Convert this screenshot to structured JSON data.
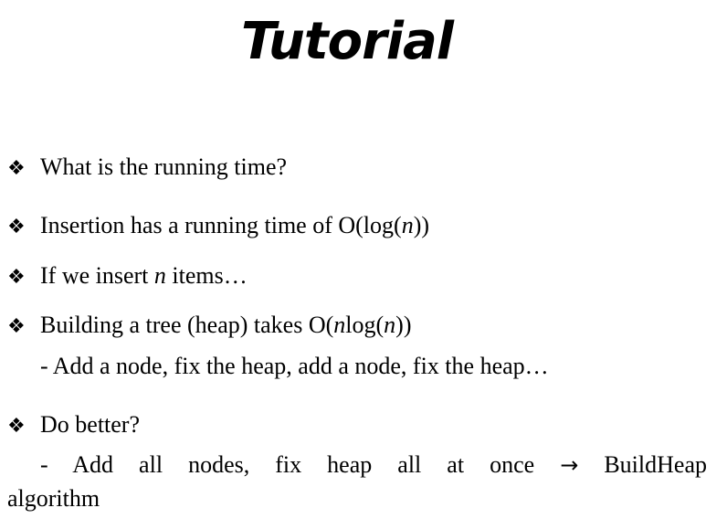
{
  "title": "Tutorial",
  "bullets": {
    "b1": "What is the running time?",
    "b2_pre": "Insertion has a running time of O(log(",
    "b2_n": "n",
    "b2_post": "))",
    "b3_pre": "If we insert ",
    "b3_n": "n",
    "b3_post": " items…",
    "b4_pre": "Building a tree (heap) takes O(",
    "b4_n1": "n",
    "b4_mid": "log(",
    "b4_n2": "n",
    "b4_post": "))",
    "b4_sub": "- Add a node, fix the heap, add a node, fix the heap…",
    "b5": "Do better?",
    "b5_sub_pre": "- Add all nodes, fix heap all at once",
    "b5_sub_arrow": "→",
    "b5_sub_post": "BuildHeap",
    "b5_sub_cont": "algorithm"
  },
  "bullet_icon": "four-diamond-bullet-icon",
  "bullet_glyph": "❖"
}
